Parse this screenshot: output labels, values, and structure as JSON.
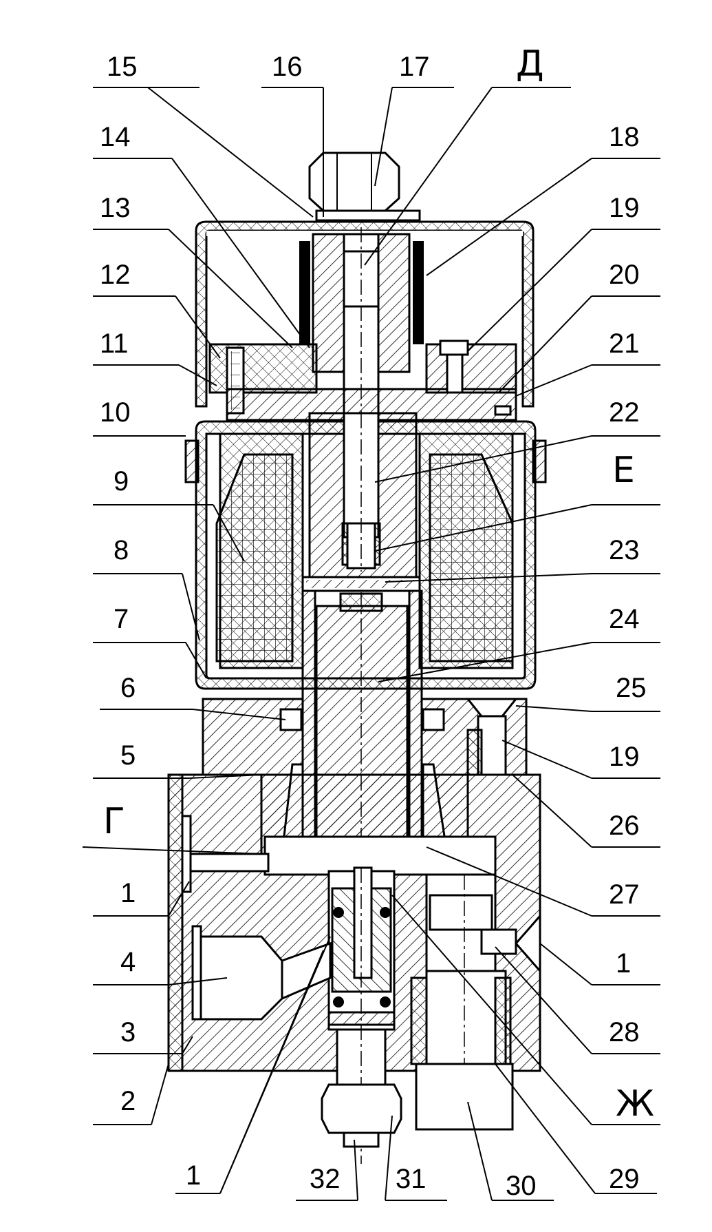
{
  "labels": {
    "l15": "15",
    "l16": "16",
    "l17": "17",
    "lD": "Д",
    "l14": "14",
    "l18": "18",
    "l13": "13",
    "l19a": "19",
    "l12": "12",
    "l20": "20",
    "l11": "11",
    "l21": "21",
    "l10": "10",
    "l22": "22",
    "lE": "Е",
    "l9": "9",
    "l8": "8",
    "l23": "23",
    "l7": "7",
    "l24": "24",
    "l6": "6",
    "l25": "25",
    "l5": "5",
    "l19b": "19",
    "lG": "Г",
    "l26": "26",
    "l1a": "1",
    "l27": "27",
    "l4": "4",
    "l1b": "1",
    "l3": "3",
    "l28": "28",
    "l2": "2",
    "lZh": "Ж",
    "l1c": "1",
    "l32": "32",
    "l31": "31",
    "l30": "30",
    "l29": "29"
  }
}
